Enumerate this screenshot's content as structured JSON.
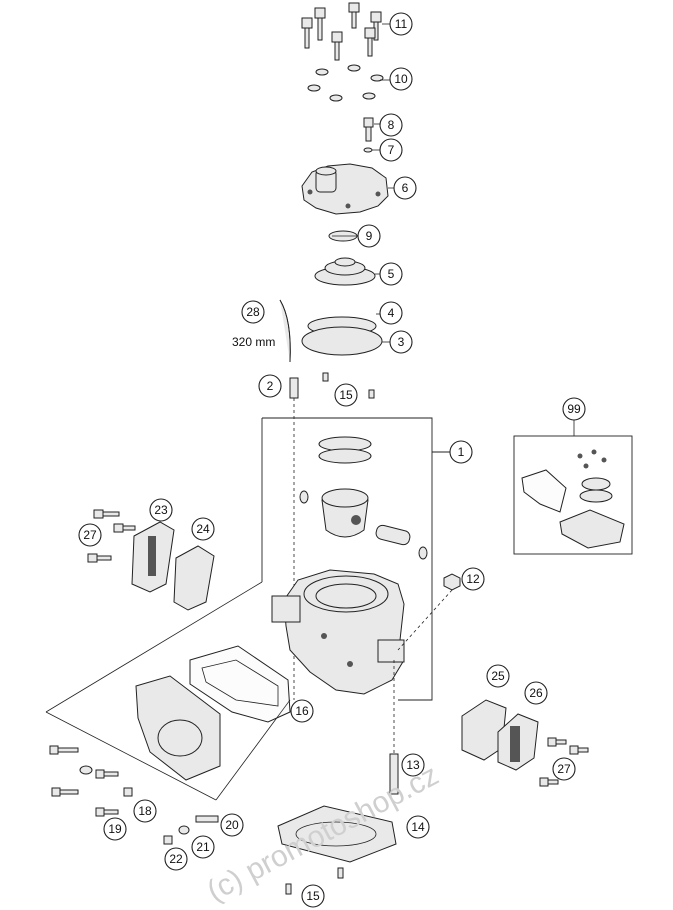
{
  "callouts": [
    {
      "id": "1",
      "label": "1"
    },
    {
      "id": "2",
      "label": "2"
    },
    {
      "id": "3",
      "label": "3"
    },
    {
      "id": "4",
      "label": "4"
    },
    {
      "id": "5",
      "label": "5"
    },
    {
      "id": "6",
      "label": "6"
    },
    {
      "id": "7",
      "label": "7"
    },
    {
      "id": "8",
      "label": "8"
    },
    {
      "id": "9",
      "label": "9"
    },
    {
      "id": "10",
      "label": "10"
    },
    {
      "id": "11",
      "label": "11"
    },
    {
      "id": "12",
      "label": "12"
    },
    {
      "id": "13",
      "label": "13"
    },
    {
      "id": "14",
      "label": "14"
    },
    {
      "id": "15a",
      "label": "15"
    },
    {
      "id": "15b",
      "label": "15"
    },
    {
      "id": "16",
      "label": "16"
    },
    {
      "id": "18",
      "label": "18"
    },
    {
      "id": "19",
      "label": "19"
    },
    {
      "id": "20",
      "label": "20"
    },
    {
      "id": "21",
      "label": "21"
    },
    {
      "id": "22",
      "label": "22"
    },
    {
      "id": "23",
      "label": "23"
    },
    {
      "id": "24",
      "label": "24"
    },
    {
      "id": "25",
      "label": "25"
    },
    {
      "id": "26",
      "label": "26"
    },
    {
      "id": "27a",
      "label": "27"
    },
    {
      "id": "27b",
      "label": "27"
    },
    {
      "id": "28",
      "label": "28"
    },
    {
      "id": "99",
      "label": "99"
    }
  ],
  "hose_length_label": "320 mm",
  "watermark": "(c) promotoshop.cz"
}
